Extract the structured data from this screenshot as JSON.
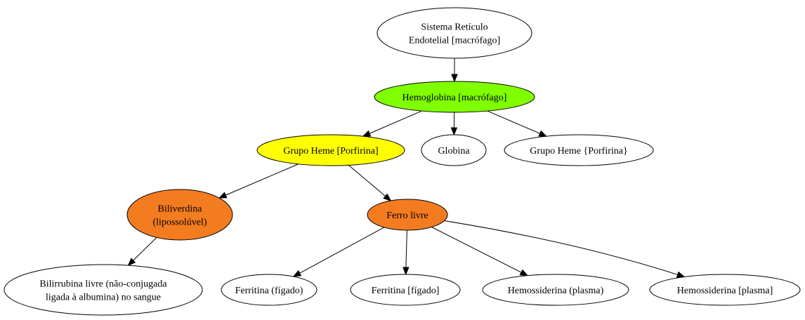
{
  "nodes": [
    {
      "id": "sre",
      "lines": [
        "Sistema Retículo",
        "Endotelial [macrófago]"
      ],
      "fill": "#ffffff"
    },
    {
      "id": "hemoglobina",
      "lines": [
        "Hemoglobina [macrófago]"
      ],
      "fill": "#7fff00"
    },
    {
      "id": "grupo-heme-porfirina",
      "lines": [
        "Grupo Heme [Porfirina]"
      ],
      "fill": "#ffff00"
    },
    {
      "id": "globina",
      "lines": [
        "Globina"
      ],
      "fill": "#ffffff"
    },
    {
      "id": "grupo-heme-chaves",
      "lines": [
        "Grupo Heme {Porfirina}"
      ],
      "fill": "#ffffff"
    },
    {
      "id": "biliverdina",
      "lines": [
        "Biliverdina",
        "(lipossolúvel)"
      ],
      "fill": "#f47c20"
    },
    {
      "id": "ferro-livre",
      "lines": [
        "Ferro livre"
      ],
      "fill": "#f47c20"
    },
    {
      "id": "bilirrubina",
      "lines": [
        "Bilirrubina livre (não-conjugada",
        "ligada à albumina) no sangue"
      ],
      "fill": "#ffffff"
    },
    {
      "id": "ferritina-1",
      "lines": [
        "Ferritina (fígado)"
      ],
      "fill": "#ffffff"
    },
    {
      "id": "ferritina-2",
      "lines": [
        "Ferritina [fígado]"
      ],
      "fill": "#ffffff"
    },
    {
      "id": "hemossiderina-1",
      "lines": [
        "Hemossiderina (plasma)"
      ],
      "fill": "#ffffff"
    },
    {
      "id": "hemossiderina-2",
      "lines": [
        "Hemossiderina [plasma]"
      ],
      "fill": "#ffffff"
    }
  ],
  "edges": [
    {
      "from": "sre",
      "to": "hemoglobina"
    },
    {
      "from": "hemoglobina",
      "to": "grupo-heme-porfirina"
    },
    {
      "from": "hemoglobina",
      "to": "globina"
    },
    {
      "from": "hemoglobina",
      "to": "grupo-heme-chaves"
    },
    {
      "from": "grupo-heme-porfirina",
      "to": "biliverdina"
    },
    {
      "from": "grupo-heme-porfirina",
      "to": "ferro-livre"
    },
    {
      "from": "biliverdina",
      "to": "bilirrubina"
    },
    {
      "from": "ferro-livre",
      "to": "ferritina-1"
    },
    {
      "from": "ferro-livre",
      "to": "ferritina-2"
    },
    {
      "from": "ferro-livre",
      "to": "hemossiderina-1"
    },
    {
      "from": "ferro-livre",
      "to": "hemossiderina-2"
    }
  ]
}
